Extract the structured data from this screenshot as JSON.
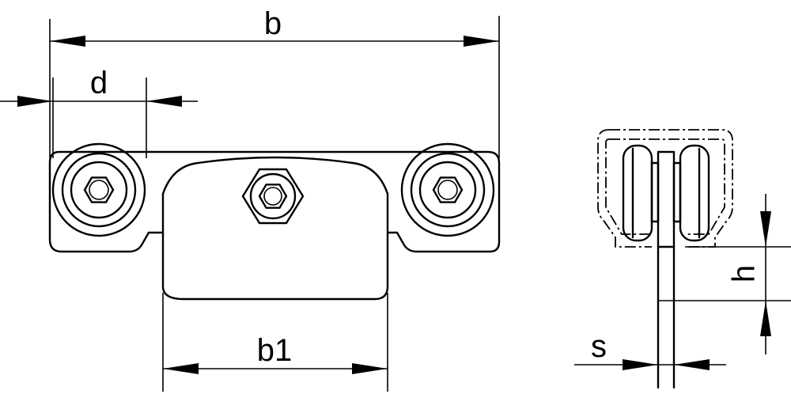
{
  "labels": {
    "b": "b",
    "d": "d",
    "b1": "b1",
    "h": "h",
    "s": "s"
  }
}
